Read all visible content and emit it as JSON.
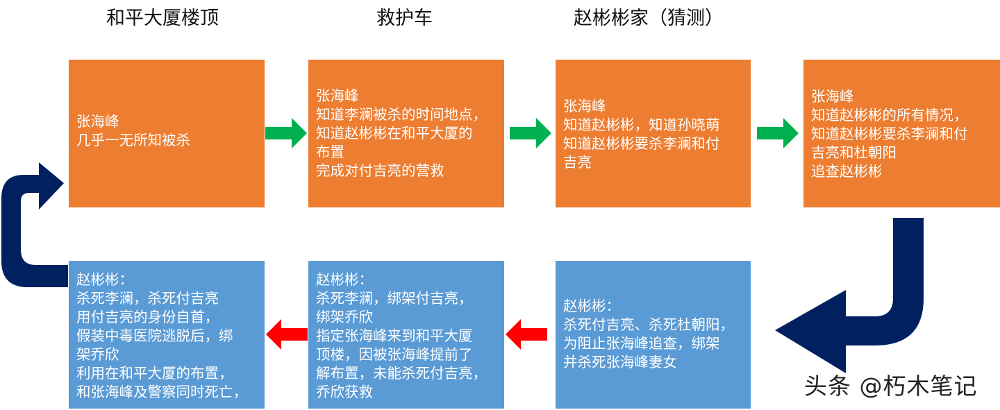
{
  "headers": {
    "col1": "和平大厦楼顶",
    "col2": "救护车",
    "col3": "赵彬彬家（猜测）"
  },
  "boxes": {
    "top1": [
      "张海峰",
      "几乎一无所知被杀"
    ],
    "top2": [
      "张海峰",
      "知道李澜被杀的时间地点，",
      "知道赵彬彬在和平大厦的",
      "布置",
      "完成对付吉亮的营救"
    ],
    "top3": [
      "张海峰",
      "知道赵彬彬，知道孙晓萌",
      "知道赵彬彬要杀李澜和付",
      "吉亮"
    ],
    "top4": [
      "张海峰",
      "知道赵彬彬的所有情况，",
      "知道赵彬彬要杀李澜和付",
      "吉亮和杜朝阳",
      "追查赵彬彬"
    ],
    "bottom3": [
      "赵彬彬：",
      "杀死付吉亮、杀死杜朝阳，",
      "为阻止张海峰追查，绑架",
      "并杀死张海峰妻女"
    ],
    "bottom2": [
      "赵彬彬：",
      "杀死李澜，绑架付吉亮，",
      "绑架乔欣",
      "指定张海峰来到和平大厦",
      "顶楼，因被张海峰提前了",
      "解布置，未能杀死付吉亮，",
      "乔欣获救"
    ],
    "bottom1": [
      "赵彬彬：",
      "杀死李澜，杀死付吉亮",
      "用付吉亮的身份自首，",
      "假装中毒医院逃脱后，绑",
      "架乔欣",
      "利用在和平大厦的布置，",
      "和张海峰及警察同时死亡，"
    ]
  },
  "colors": {
    "orange_box": "#ed7d31",
    "blue_box": "#5b9bd5",
    "green_arrow": "#00b050",
    "red_arrow": "#ff0000",
    "navy_curve": "#002060"
  },
  "watermark": "头条 @朽木笔记"
}
